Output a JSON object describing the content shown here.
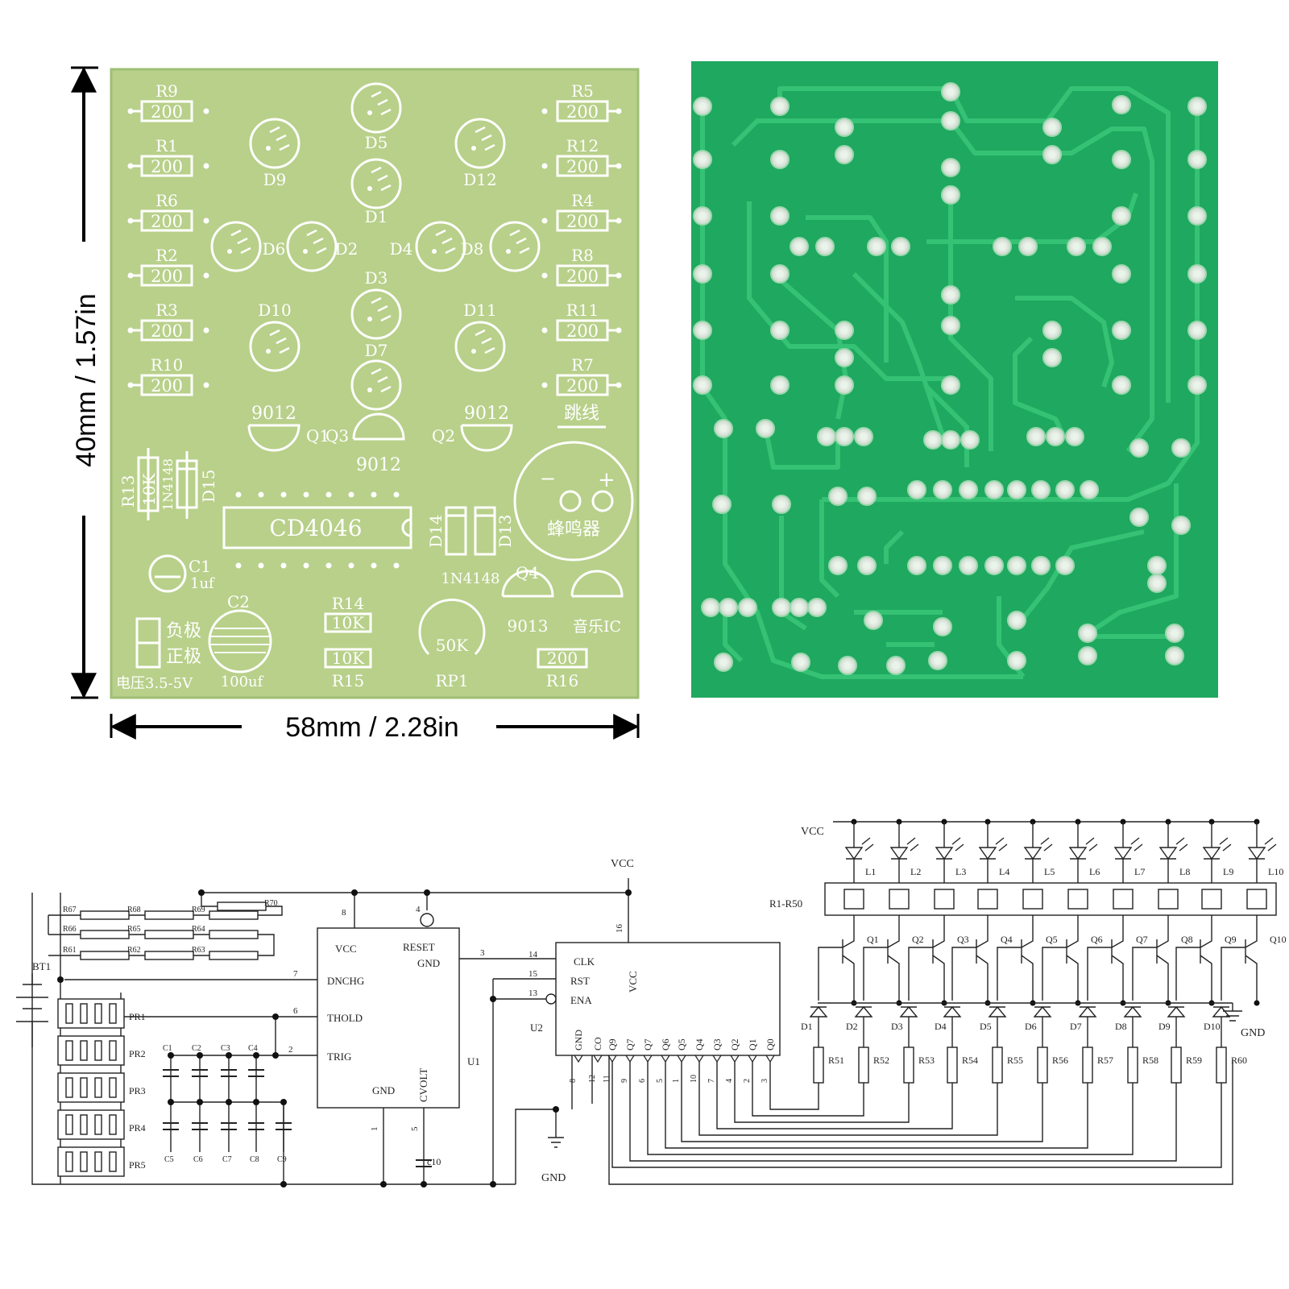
{
  "dimensions": {
    "height": "40mm / 1.57in",
    "width": "58mm / 2.28in"
  },
  "colors": {
    "silk_board": "#b8d08a",
    "silk_edge": "#9fbf75",
    "copper_board": "#1fa85f",
    "trace": "#35c275",
    "pad": "#d9e6d9",
    "ink": "#222222"
  },
  "silk": {
    "resistors_left": [
      {
        "ref": "R9",
        "val": "200"
      },
      {
        "ref": "R1",
        "val": "200"
      },
      {
        "ref": "R6",
        "val": "200"
      },
      {
        "ref": "R2",
        "val": "200"
      },
      {
        "ref": "R3",
        "val": "200"
      },
      {
        "ref": "R10",
        "val": "200"
      }
    ],
    "resistors_right": [
      {
        "ref": "R5",
        "val": "200"
      },
      {
        "ref": "R12",
        "val": "200"
      },
      {
        "ref": "R4",
        "val": "200"
      },
      {
        "ref": "R8",
        "val": "200"
      },
      {
        "ref": "R11",
        "val": "200"
      },
      {
        "ref": "R7",
        "val": "200"
      }
    ],
    "jumper": "跳线",
    "leds": {
      "d5": "D5",
      "d1": "D1",
      "d9": "D9",
      "d12": "D12",
      "d6": "D6",
      "d2": "D2",
      "d4": "D4",
      "d8": "D8",
      "d3": "D3",
      "d7": "D7",
      "d10": "D10",
      "d11": "D11"
    },
    "transistors": {
      "q1_val": "9012",
      "q1": "Q1",
      "q3": "Q3",
      "q3_val": "9012",
      "q2_val": "9012",
      "q2": "Q2",
      "q4": "Q4",
      "q4_val": "9013",
      "music_ic": "音乐IC"
    },
    "r13": "R13",
    "r13_val": "10K",
    "d15": "D15",
    "d15_val": "1N4148",
    "ic": "CD4046",
    "d14": "D14",
    "d13": "D13",
    "d13_val": "1N4148",
    "buzzer": "蜂鸣器",
    "minus": "−",
    "plus": "+",
    "c1": "C1",
    "c1_val": "1uf",
    "c2": "C2",
    "c2_val": "100uf",
    "neg": "负极",
    "pos": "正极",
    "voltage": "电压3.5-5V",
    "r14": "R14",
    "r14_val": "10K",
    "r15": "R15",
    "r15_val": "10K",
    "rp1": "RP1",
    "rp1_val": "50K",
    "r16": "R16",
    "r16_val": "200"
  },
  "schematic": {
    "vcc": "VCC",
    "gnd": "GND",
    "bt1": "BT1",
    "r_top": "R70",
    "r_row1": [
      "R67",
      "R68",
      "R69"
    ],
    "r_row2": [
      "R66",
      "R65",
      "R64"
    ],
    "r_row3": [
      "R61",
      "R62",
      "R63"
    ],
    "pr": [
      "PR1",
      "PR2",
      "PR3",
      "PR4",
      "PR5"
    ],
    "c_top": [
      "C1",
      "C2",
      "C3",
      "C4"
    ],
    "c_bot": [
      "C5",
      "C6",
      "C7",
      "C8",
      "C9"
    ],
    "u1": {
      "ref": "U1",
      "vcc": "VCC",
      "reset": "RESET",
      "gnd_top": "GND",
      "dnchg": "DNCHG",
      "thold": "THOLD",
      "trig": "TRIG",
      "gnd": "GND",
      "cvolt": "CVOLT",
      "p8": "8",
      "p4": "4",
      "p3": "3",
      "p7": "7",
      "p6": "6",
      "p2": "2",
      "p1": "1",
      "p5": "5",
      "c10": "c10"
    },
    "u2": {
      "ref": "U2",
      "clk": "CLK",
      "rst": "RST",
      "ena": "ENA",
      "vcc": "VCC",
      "p16": "16",
      "p14": "14",
      "p15": "15",
      "p13": "13",
      "bottom": [
        "GND",
        "CO",
        "Q9",
        "Q7",
        "Q7",
        "Q6",
        "Q5",
        "Q4",
        "Q3",
        "Q2",
        "Q1",
        "Q0"
      ],
      "bottom_pins": [
        "8",
        "12",
        "11",
        "9",
        "6",
        "5",
        "1",
        "10",
        "7",
        "4",
        "2",
        "3"
      ]
    },
    "leds": [
      "L1",
      "L2",
      "L3",
      "L4",
      "L5",
      "L6",
      "L7",
      "L8",
      "L9",
      "L10"
    ],
    "rnet": "R1-R50",
    "q": [
      "Q1",
      "Q2",
      "Q3",
      "Q4",
      "Q5",
      "Q6",
      "Q7",
      "Q8",
      "Q9",
      "Q10"
    ],
    "d": [
      "D1",
      "D2",
      "D3",
      "D4",
      "D5",
      "D6",
      "D7",
      "D8",
      "D9",
      "D10"
    ],
    "rb": [
      "R51",
      "R52",
      "R53",
      "R54",
      "R55",
      "R56",
      "R57",
      "R58",
      "R59",
      "R60"
    ]
  }
}
